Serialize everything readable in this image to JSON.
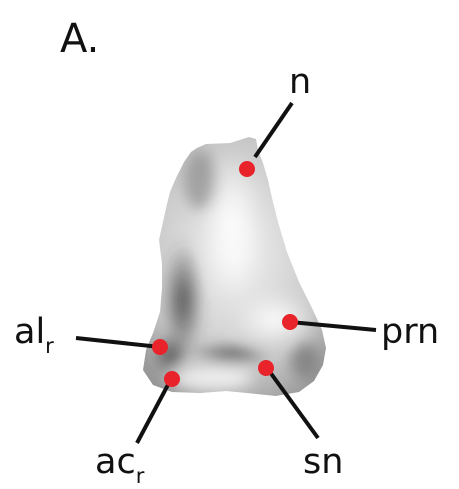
{
  "figure": {
    "panel_label": "A.",
    "landmark_color": "#e8232a",
    "line_color": "#111111",
    "landmarks": [
      {
        "id": "n",
        "text": "n",
        "subscript": ""
      },
      {
        "id": "prn",
        "text": "prn",
        "subscript": ""
      },
      {
        "id": "alr",
        "text": "al",
        "subscript": "r"
      },
      {
        "id": "acr",
        "text": "ac",
        "subscript": "r"
      },
      {
        "id": "sn",
        "text": "sn",
        "subscript": ""
      }
    ]
  }
}
